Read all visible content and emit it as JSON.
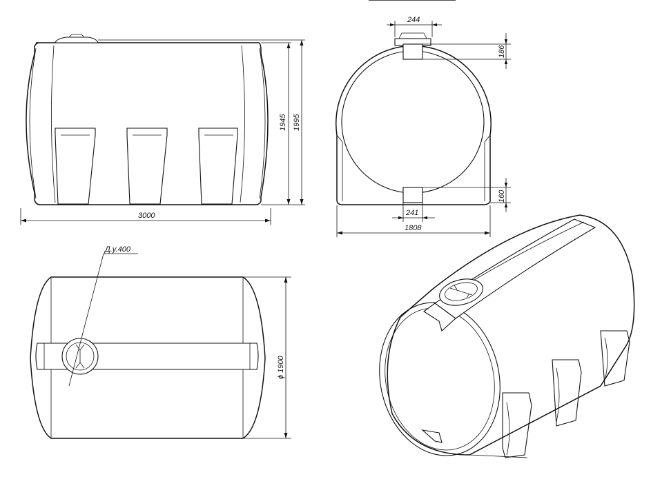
{
  "dimensions": {
    "side_length": "3000",
    "side_height_inner": "1945",
    "side_height_total": "1995",
    "end_top_fitting_width": "244",
    "end_top_band_height": "186",
    "end_bottom_band_height": "160",
    "end_bottom_fitting_width": "241",
    "end_width": "1808",
    "top_diameter": "ϕ 1900",
    "manhole_label": "Д.у.400"
  },
  "line_color": "#111111",
  "background_color": "#ffffff"
}
